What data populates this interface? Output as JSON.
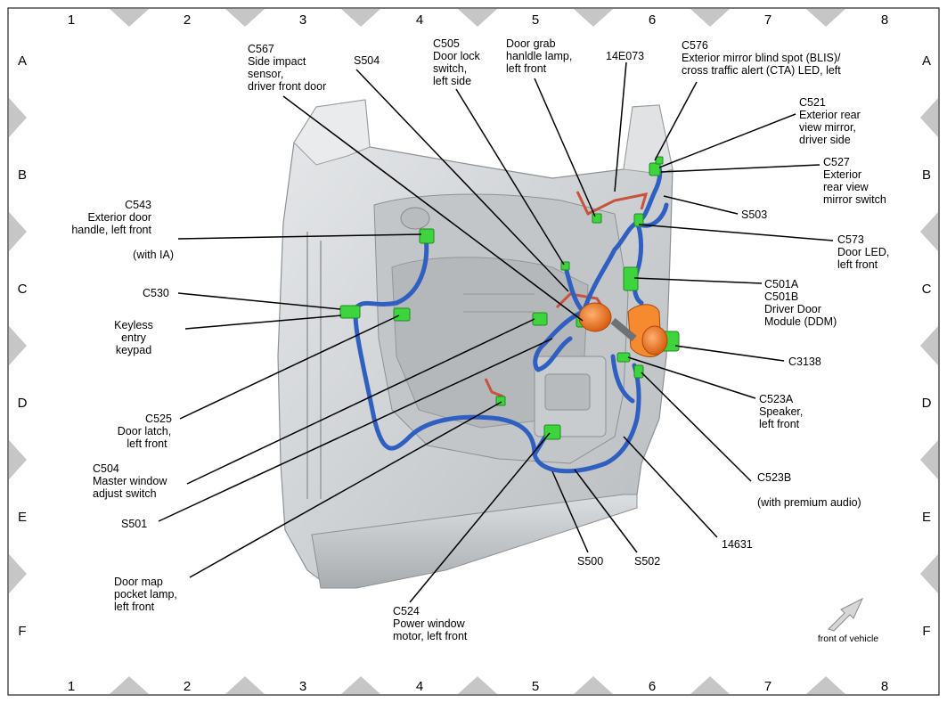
{
  "grid": {
    "columns": [
      "1",
      "2",
      "3",
      "4",
      "5",
      "6",
      "7",
      "8"
    ],
    "rows": [
      "A",
      "B",
      "C",
      "D",
      "E",
      "F"
    ]
  },
  "labels": {
    "c567": [
      "C567",
      "Side impact",
      "sensor,",
      "driver front door"
    ],
    "s504": [
      "S504"
    ],
    "c505": [
      "C505",
      "Door lock",
      "switch,",
      "left side"
    ],
    "door_grab": [
      "Door grab",
      "hanldle lamp,",
      "left front"
    ],
    "e14e073": [
      "14E073"
    ],
    "c576": [
      "C576",
      "Exterior mirror blind spot (BLIS)/",
      "cross traffic alert (CTA) LED, left"
    ],
    "c521": [
      "C521",
      "Exterior rear",
      "view mirror,",
      "driver side"
    ],
    "c527": [
      "C527",
      "Exterior",
      "rear view",
      "mirror switch"
    ],
    "s503": [
      "S503"
    ],
    "c573": [
      "C573",
      "Door LED,",
      "left front"
    ],
    "c501": [
      "C501A",
      "C501B",
      "Driver Door",
      "Module (DDM)"
    ],
    "c3138": [
      "C3138"
    ],
    "c523a": [
      "C523A",
      "Speaker,",
      "left front"
    ],
    "c523b": [
      "C523B",
      "",
      "(with premium audio)"
    ],
    "n14631": [
      "14631"
    ],
    "s502": [
      "S502"
    ],
    "s500": [
      "S500"
    ],
    "c524": [
      "C524",
      "Power window",
      "motor, left front"
    ],
    "door_map": [
      "Door map",
      "pocket lamp,",
      "left front"
    ],
    "s501": [
      "S501"
    ],
    "c504": [
      "C504",
      "Master window",
      "adjust switch"
    ],
    "c525": [
      "C525",
      "Door latch,",
      "left front"
    ],
    "keyless": [
      "Keyless",
      "entry",
      "keypad"
    ],
    "c530": [
      "C530"
    ],
    "c543": [
      "C543",
      "Exterior door",
      "handle, left front",
      "",
      "(with IA)"
    ]
  },
  "front_of_vehicle": "front of vehicle",
  "colors": {
    "harness": "#2f5fc0",
    "harness_red": "#c8523c",
    "connector": "#3dd43d",
    "connector_orange": "#f07a1e",
    "panel": "#d4d7da",
    "triangle": "#c6c6c6"
  }
}
